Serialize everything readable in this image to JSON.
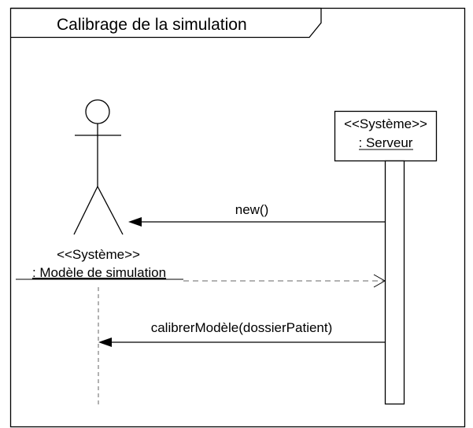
{
  "frame": {
    "title": "Calibrage de la simulation"
  },
  "actor": {
    "stereotype": "<<Système>>",
    "name": ": Modèle de simulation"
  },
  "lifeline": {
    "stereotype": "<<Système>>",
    "name": ": Serveur"
  },
  "messages": [
    {
      "label": "new()",
      "kind": "synchronous",
      "direction": "right-to-left"
    },
    {
      "label": "",
      "kind": "return",
      "direction": "left-to-right"
    },
    {
      "label": "calibrerModèle(dossierPatient)",
      "kind": "synchronous",
      "direction": "right-to-left"
    }
  ]
}
